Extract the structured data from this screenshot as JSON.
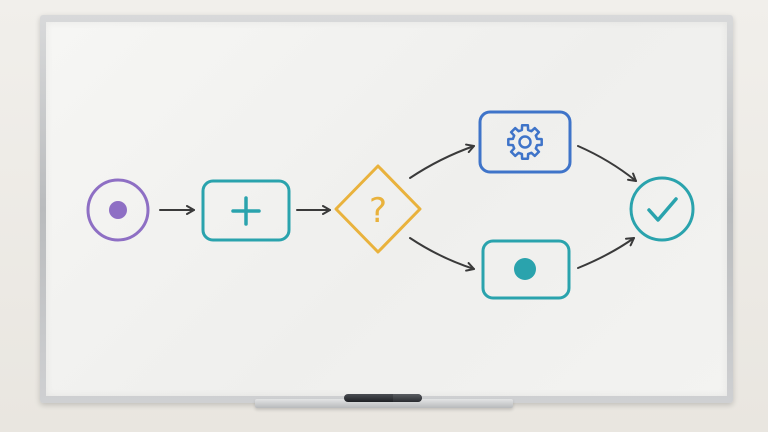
{
  "diagram": {
    "colors": {
      "start": "#8e6fc4",
      "task": "#2aa3ad",
      "gateway": "#e9b23c",
      "service": "#3f74c9",
      "end": "#2aa3ad",
      "arrow": "#3a3a3a"
    },
    "nodes": [
      {
        "id": "start",
        "shape": "circle",
        "icon": "dot-icon"
      },
      {
        "id": "task",
        "shape": "rounded-rect",
        "icon": "plus-icon"
      },
      {
        "id": "gateway",
        "shape": "diamond",
        "icon": "question-mark-icon",
        "glyph": "?"
      },
      {
        "id": "service",
        "shape": "rounded-rect",
        "icon": "gear-icon"
      },
      {
        "id": "event",
        "shape": "rounded-rect",
        "icon": "dot-icon"
      },
      {
        "id": "end",
        "shape": "circle",
        "icon": "check-icon"
      }
    ],
    "edges": [
      {
        "from": "start",
        "to": "task"
      },
      {
        "from": "task",
        "to": "gateway"
      },
      {
        "from": "gateway",
        "to": "service"
      },
      {
        "from": "gateway",
        "to": "event"
      },
      {
        "from": "service",
        "to": "end"
      },
      {
        "from": "event",
        "to": "end"
      }
    ]
  }
}
